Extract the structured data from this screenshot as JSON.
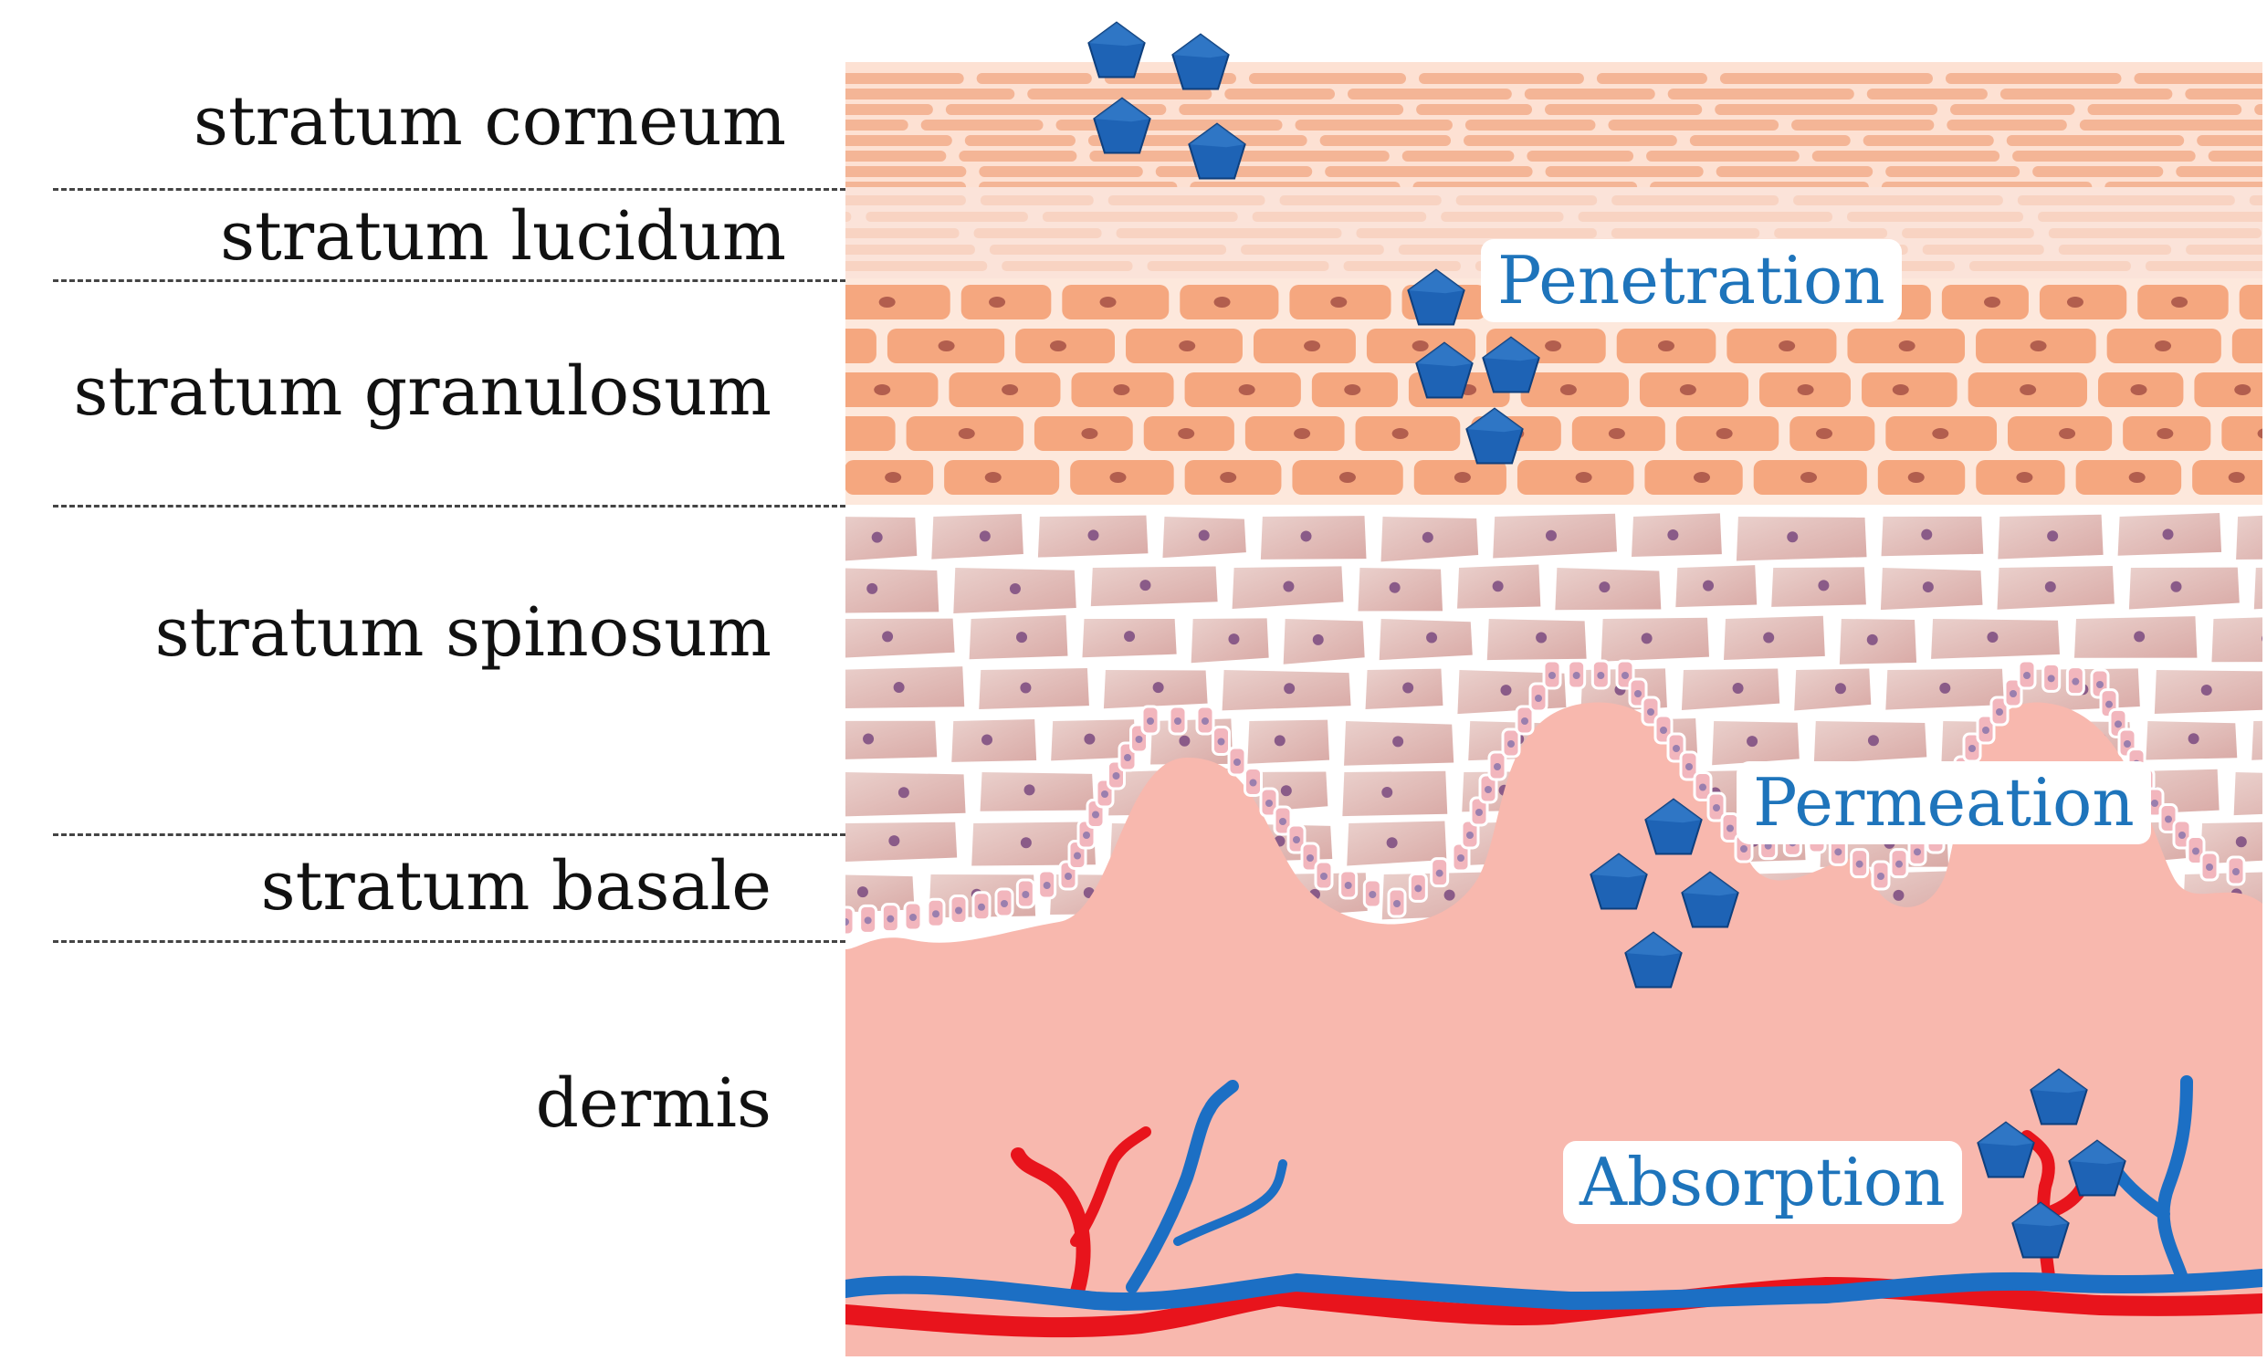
{
  "layers": [
    {
      "id": "stratum-corneum",
      "label": "stratum corneum"
    },
    {
      "id": "stratum-lucidum",
      "label": "stratum lucidum"
    },
    {
      "id": "stratum-granulosum",
      "label": "stratum granulosum"
    },
    {
      "id": "stratum-spinosum",
      "label": "stratum spinosum"
    },
    {
      "id": "stratum-basale",
      "label": "stratum basale"
    },
    {
      "id": "dermis",
      "label": "dermis"
    }
  ],
  "processes": {
    "penetration": "Penetration",
    "permeation": "Permeation",
    "absorption": "Absorption"
  },
  "colors": {
    "corneum": "#f4b596",
    "corneum_bg": "#fde1d3",
    "granulosum_cell": "#f5a77f",
    "nucleus_brown": "#b25e4e",
    "spinosum_cell": "#ecc6bf",
    "nucleus_purple": "#8a5b88",
    "basale_cell": "#f2b6bd",
    "dermis": "#f8b8ae",
    "molecule": "#1e63b5",
    "artery": "#e8141c",
    "vein": "#1c6fc4",
    "label_text": "#1e74bb"
  }
}
